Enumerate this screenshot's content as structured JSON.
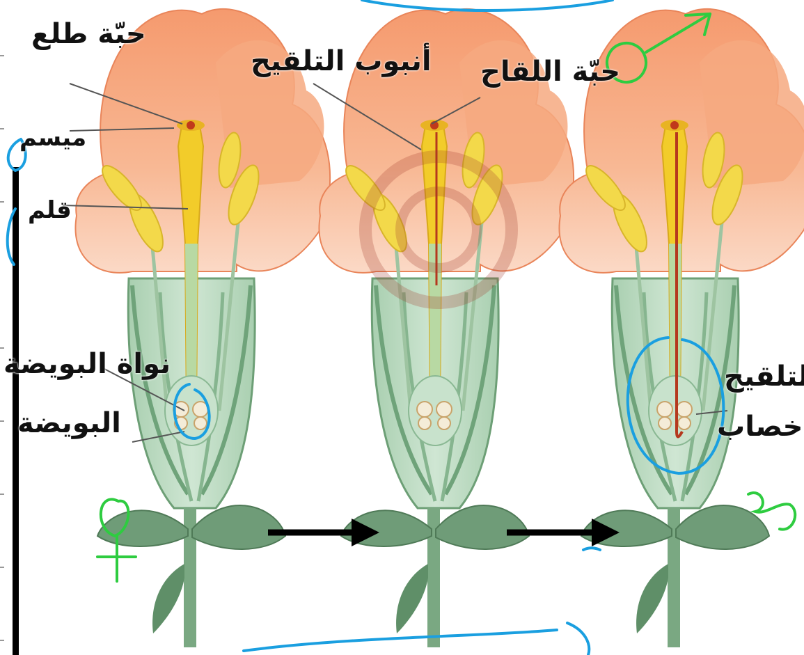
{
  "labels": {
    "pollen_grain": "حبّة طلع",
    "pollen_tube": "أنبوب التلقيح",
    "zygote": "حبّة اللقاح",
    "stigma": "ميسم",
    "style": "قلم",
    "ovule_nucleus": "نواة البويضة",
    "ovule": "البويضة",
    "pollination": "التلقيح",
    "fertilization": "الإخصاب"
  },
  "colors": {
    "petal": "#f4a27a",
    "petal_light": "#fbd3bd",
    "style_yellow": "#f2cc2a",
    "stem_green": "#7fae86",
    "leaf_green": "#5f8f68",
    "annotation_blue": "#1a9fe0",
    "annotation_green": "#2ecc40",
    "arrow": "#000000"
  }
}
